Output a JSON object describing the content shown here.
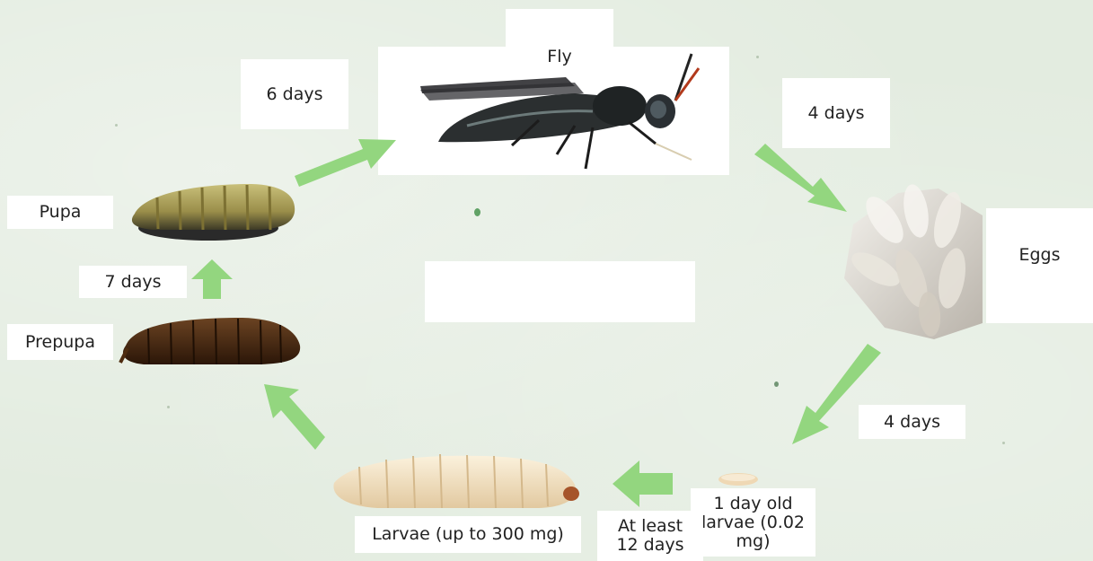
{
  "labels": {
    "fly": "Fly",
    "eggs": "Eggs",
    "one_day_old_larvae": "1 day old larvae (0.02 mg)",
    "larvae": "Larvae (up to 300 mg)",
    "prepupa": "Prepupa",
    "pupa": "Pupa"
  },
  "durations": {
    "fly_to_eggs": "4 days",
    "eggs_to_hatch": "4 days",
    "hatch_to_larvae": "At least 12 days",
    "prepupa_to_pupa": "7 days",
    "pupa_to_fly": "6 days"
  },
  "colors": {
    "arrow": "#93d67f",
    "background": "#e3ece0",
    "label_box": "#ffffff"
  }
}
